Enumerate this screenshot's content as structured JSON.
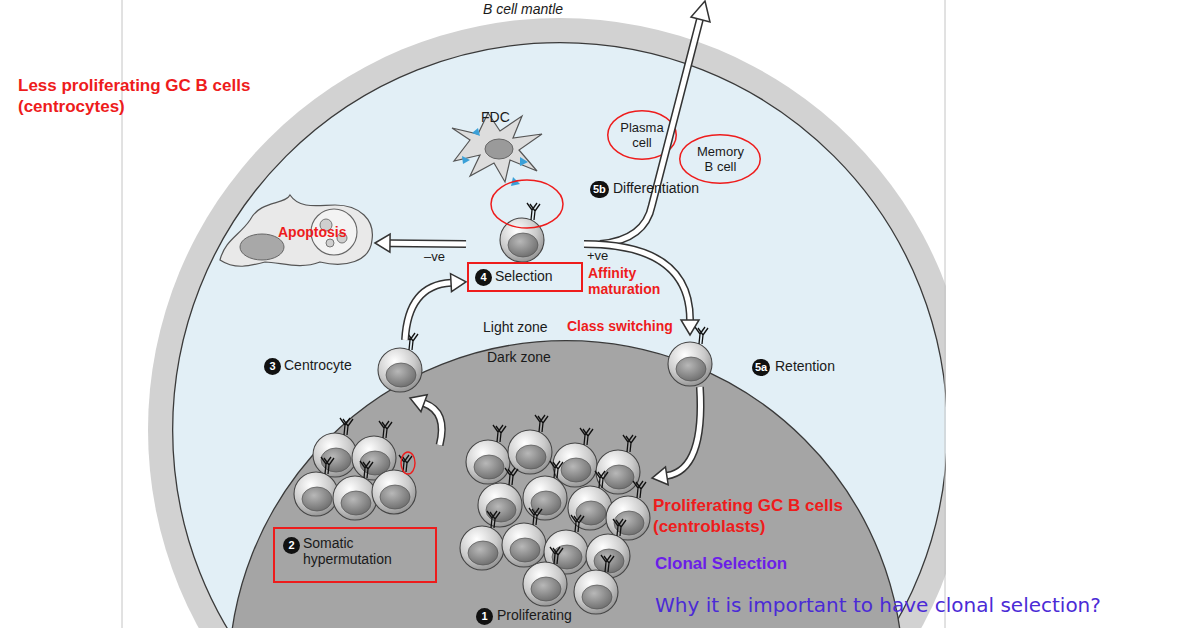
{
  "diagram": {
    "nodes": [
      {
        "text": [
          "B cell mantle"
        ]
      },
      {
        "text": [
          "Light zone"
        ],
        "in": 0
      },
      {
        "text": [
          "Plasma cell"
        ],
        "in": 1
      },
      {
        "text": [
          "Memory B cell"
        ],
        "in": 1
      },
      {
        "text": [
          "Apoptosis"
        ],
        "in": 1
      },
      {
        "text": [
          "4",
          "Selection"
        ],
        "in": 1
      },
      {
        "text": [
          "3",
          "Centrocyte"
        ],
        "in": 1
      },
      {
        "text": [
          "Dark zone"
        ],
        "in": 1
      },
      {
        "text": [
          "5a",
          "Retention"
        ],
        "in": 1
      },
      {
        "text": [
          "2",
          "Somatic hypermutation"
        ],
        "in": 7
      },
      {
        "text": [
          "1",
          "Proliferating"
        ],
        "in": 7
      }
    ],
    "edges": [
      {
        "from": 5,
        "to": 4,
        "arrow": "to",
        "label": "–ve"
      },
      {
        "from": 6,
        "to": 5,
        "arrow": "to"
      },
      {
        "from": 5,
        "to": 8,
        "arrow": "to",
        "label": "+ve"
      },
      {
        "from": 8,
        "to": 10,
        "arrow": "to"
      },
      {
        "from": 9,
        "to": 6,
        "arrow": "to"
      }
    ],
    "labels": [
      "Less proliferating GC B cells (centrocytes)",
      "FDC",
      "5b",
      "Differentiation",
      "Affinity maturation",
      "Class switching",
      "Proliferating GC B cells (centroblasts)",
      "Clonal Selection",
      "Why it is important to have clonal selection?"
    ]
  }
}
